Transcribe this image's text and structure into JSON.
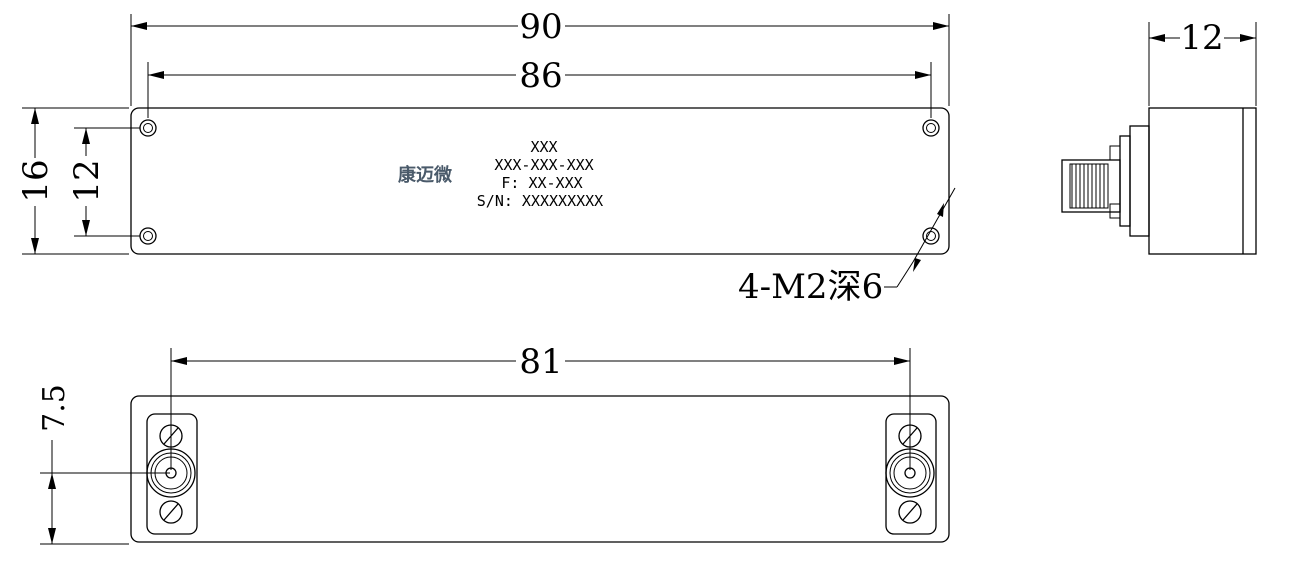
{
  "dimensions": {
    "overall_length": "90",
    "hole_spacing_length": "86",
    "depth": "12",
    "overall_height": "16",
    "hole_spacing_height": "12",
    "connector_spacing": "81",
    "connector_offset": "7.5",
    "hole_callout": "4-M2深6"
  },
  "label": {
    "logo": "康迈微",
    "line1": "XXX",
    "line2": "XXX-XXX-XXX",
    "line3": "F: XX-XXX",
    "line4": "S/N: XXXXXXXXX"
  }
}
